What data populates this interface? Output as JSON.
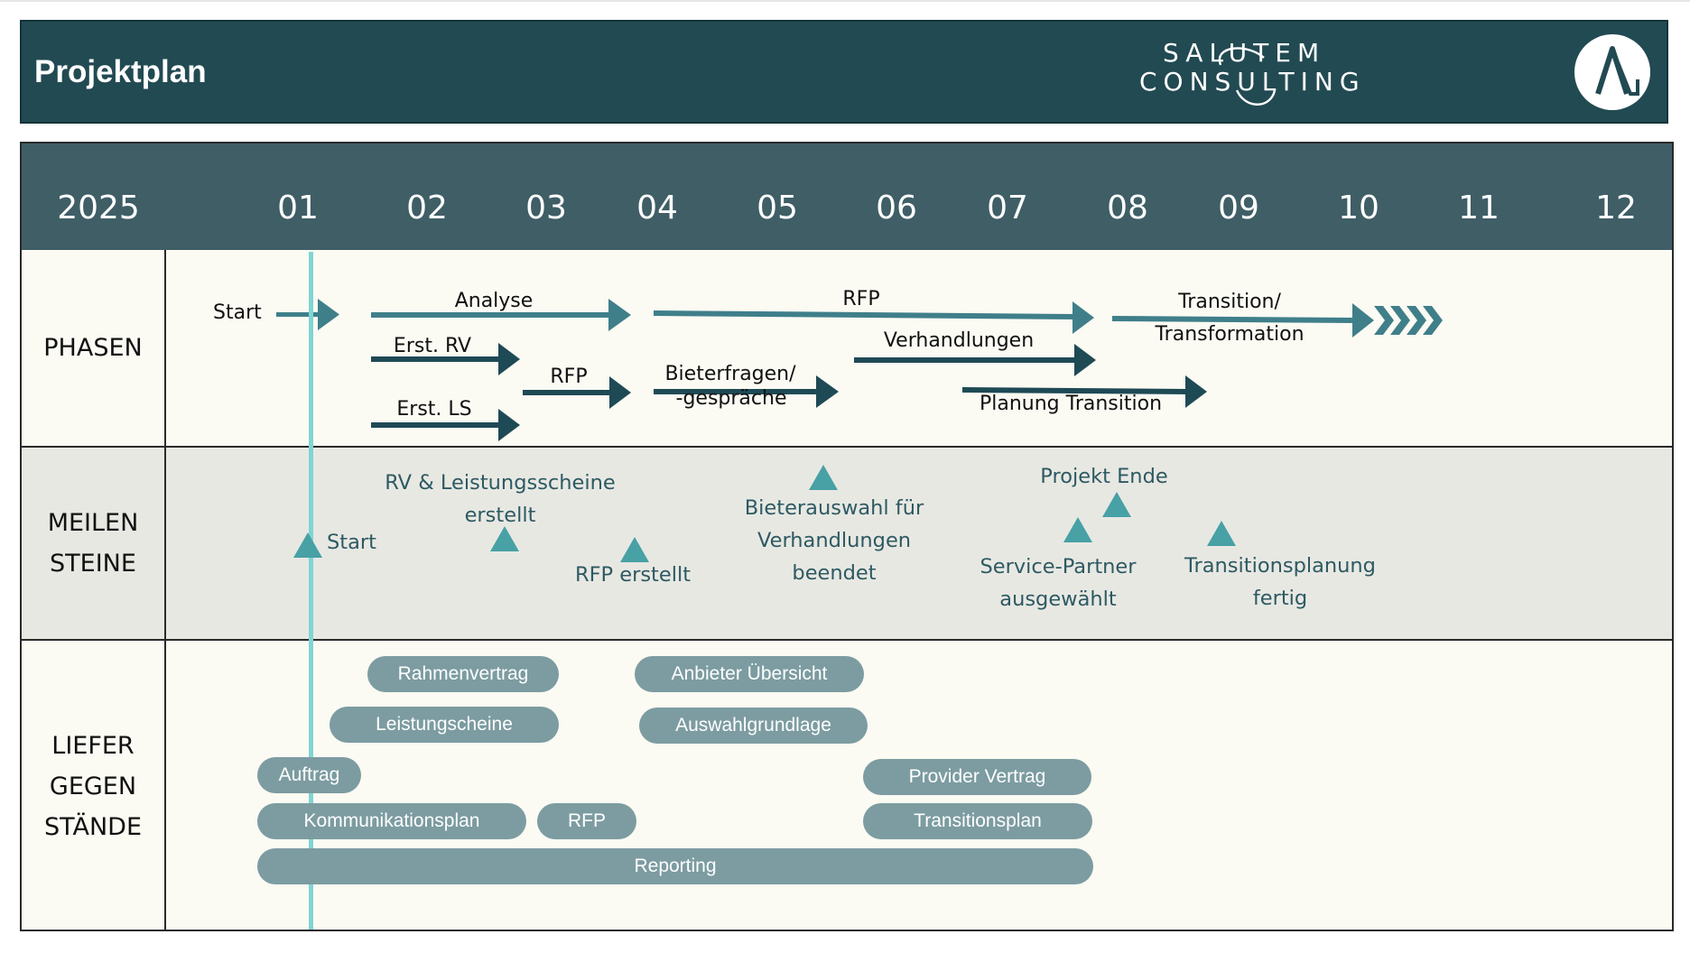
{
  "header": {
    "title": "Projektplan",
    "logo_line1": "SALUTEM",
    "logo_line2": "CONSULTING"
  },
  "timeline": {
    "year": "2025",
    "months": [
      "01",
      "02",
      "03",
      "04",
      "05",
      "06",
      "07",
      "08",
      "09",
      "10",
      "11",
      "12"
    ]
  },
  "rows": {
    "phasen": "PHASEN",
    "meilensteine": [
      "MEILEN",
      "STEINE"
    ],
    "liefergegenstaende": [
      "LIEFER",
      "GEGEN",
      "STÄNDE"
    ]
  },
  "phases": [
    {
      "label": "Start",
      "style": "light"
    },
    {
      "label": "Analyse",
      "style": "light"
    },
    {
      "label": "RFP",
      "style": "light"
    },
    {
      "label_lines": [
        "Transition/",
        "Transformation"
      ],
      "style": "light"
    },
    {
      "label": "Erst. RV",
      "style": "dark"
    },
    {
      "label": "Erst. LS",
      "style": "dark"
    },
    {
      "label": "RFP",
      "style": "dark"
    },
    {
      "label_lines": [
        "Bieterfragen/",
        "-gespräche"
      ],
      "style": "dark"
    },
    {
      "label": "Verhandlungen",
      "style": "dark"
    },
    {
      "label": "Planung Transition",
      "style": "dark"
    }
  ],
  "milestones": [
    {
      "label": "Start"
    },
    {
      "label_lines": [
        "RV & Leistungsscheine",
        "erstellt"
      ]
    },
    {
      "label": "RFP erstellt"
    },
    {
      "label_lines": [
        "Bieterauswahl für",
        "Verhandlungen",
        "beendet"
      ]
    },
    {
      "label": "Projekt Ende"
    },
    {
      "label_lines": [
        "Service-Partner",
        "ausgewählt"
      ]
    },
    {
      "label_lines": [
        "Transitionsplanung",
        "fertig"
      ]
    }
  ],
  "deliverables": [
    "Rahmenvertrag",
    "Anbieter Übersicht",
    "Leistungscheine",
    "Auswahlgrundlage",
    "Auftrag",
    "Provider Vertrag",
    "Kommunikationsplan",
    "RFP",
    "Transitionsplan",
    "Reporting"
  ],
  "colors": {
    "header_bg": "#224a52",
    "month_bar_bg": "#3f5e66",
    "phase_arrow_light": "#3f7f8a",
    "phase_arrow_dark": "#1e4a55",
    "milestone_triangle": "#47a1a5",
    "milestone_text": "#2d5a62",
    "pill_bg": "#7c9ca1",
    "today_line": "#7fd5d4",
    "row_bg_light": "#fbfaf3",
    "row_bg_grey": "#e8e8e3"
  },
  "icons": [
    "salutem-logo-icon",
    "arrow-right-icon",
    "chevron-right-icon",
    "milestone-triangle-icon"
  ]
}
